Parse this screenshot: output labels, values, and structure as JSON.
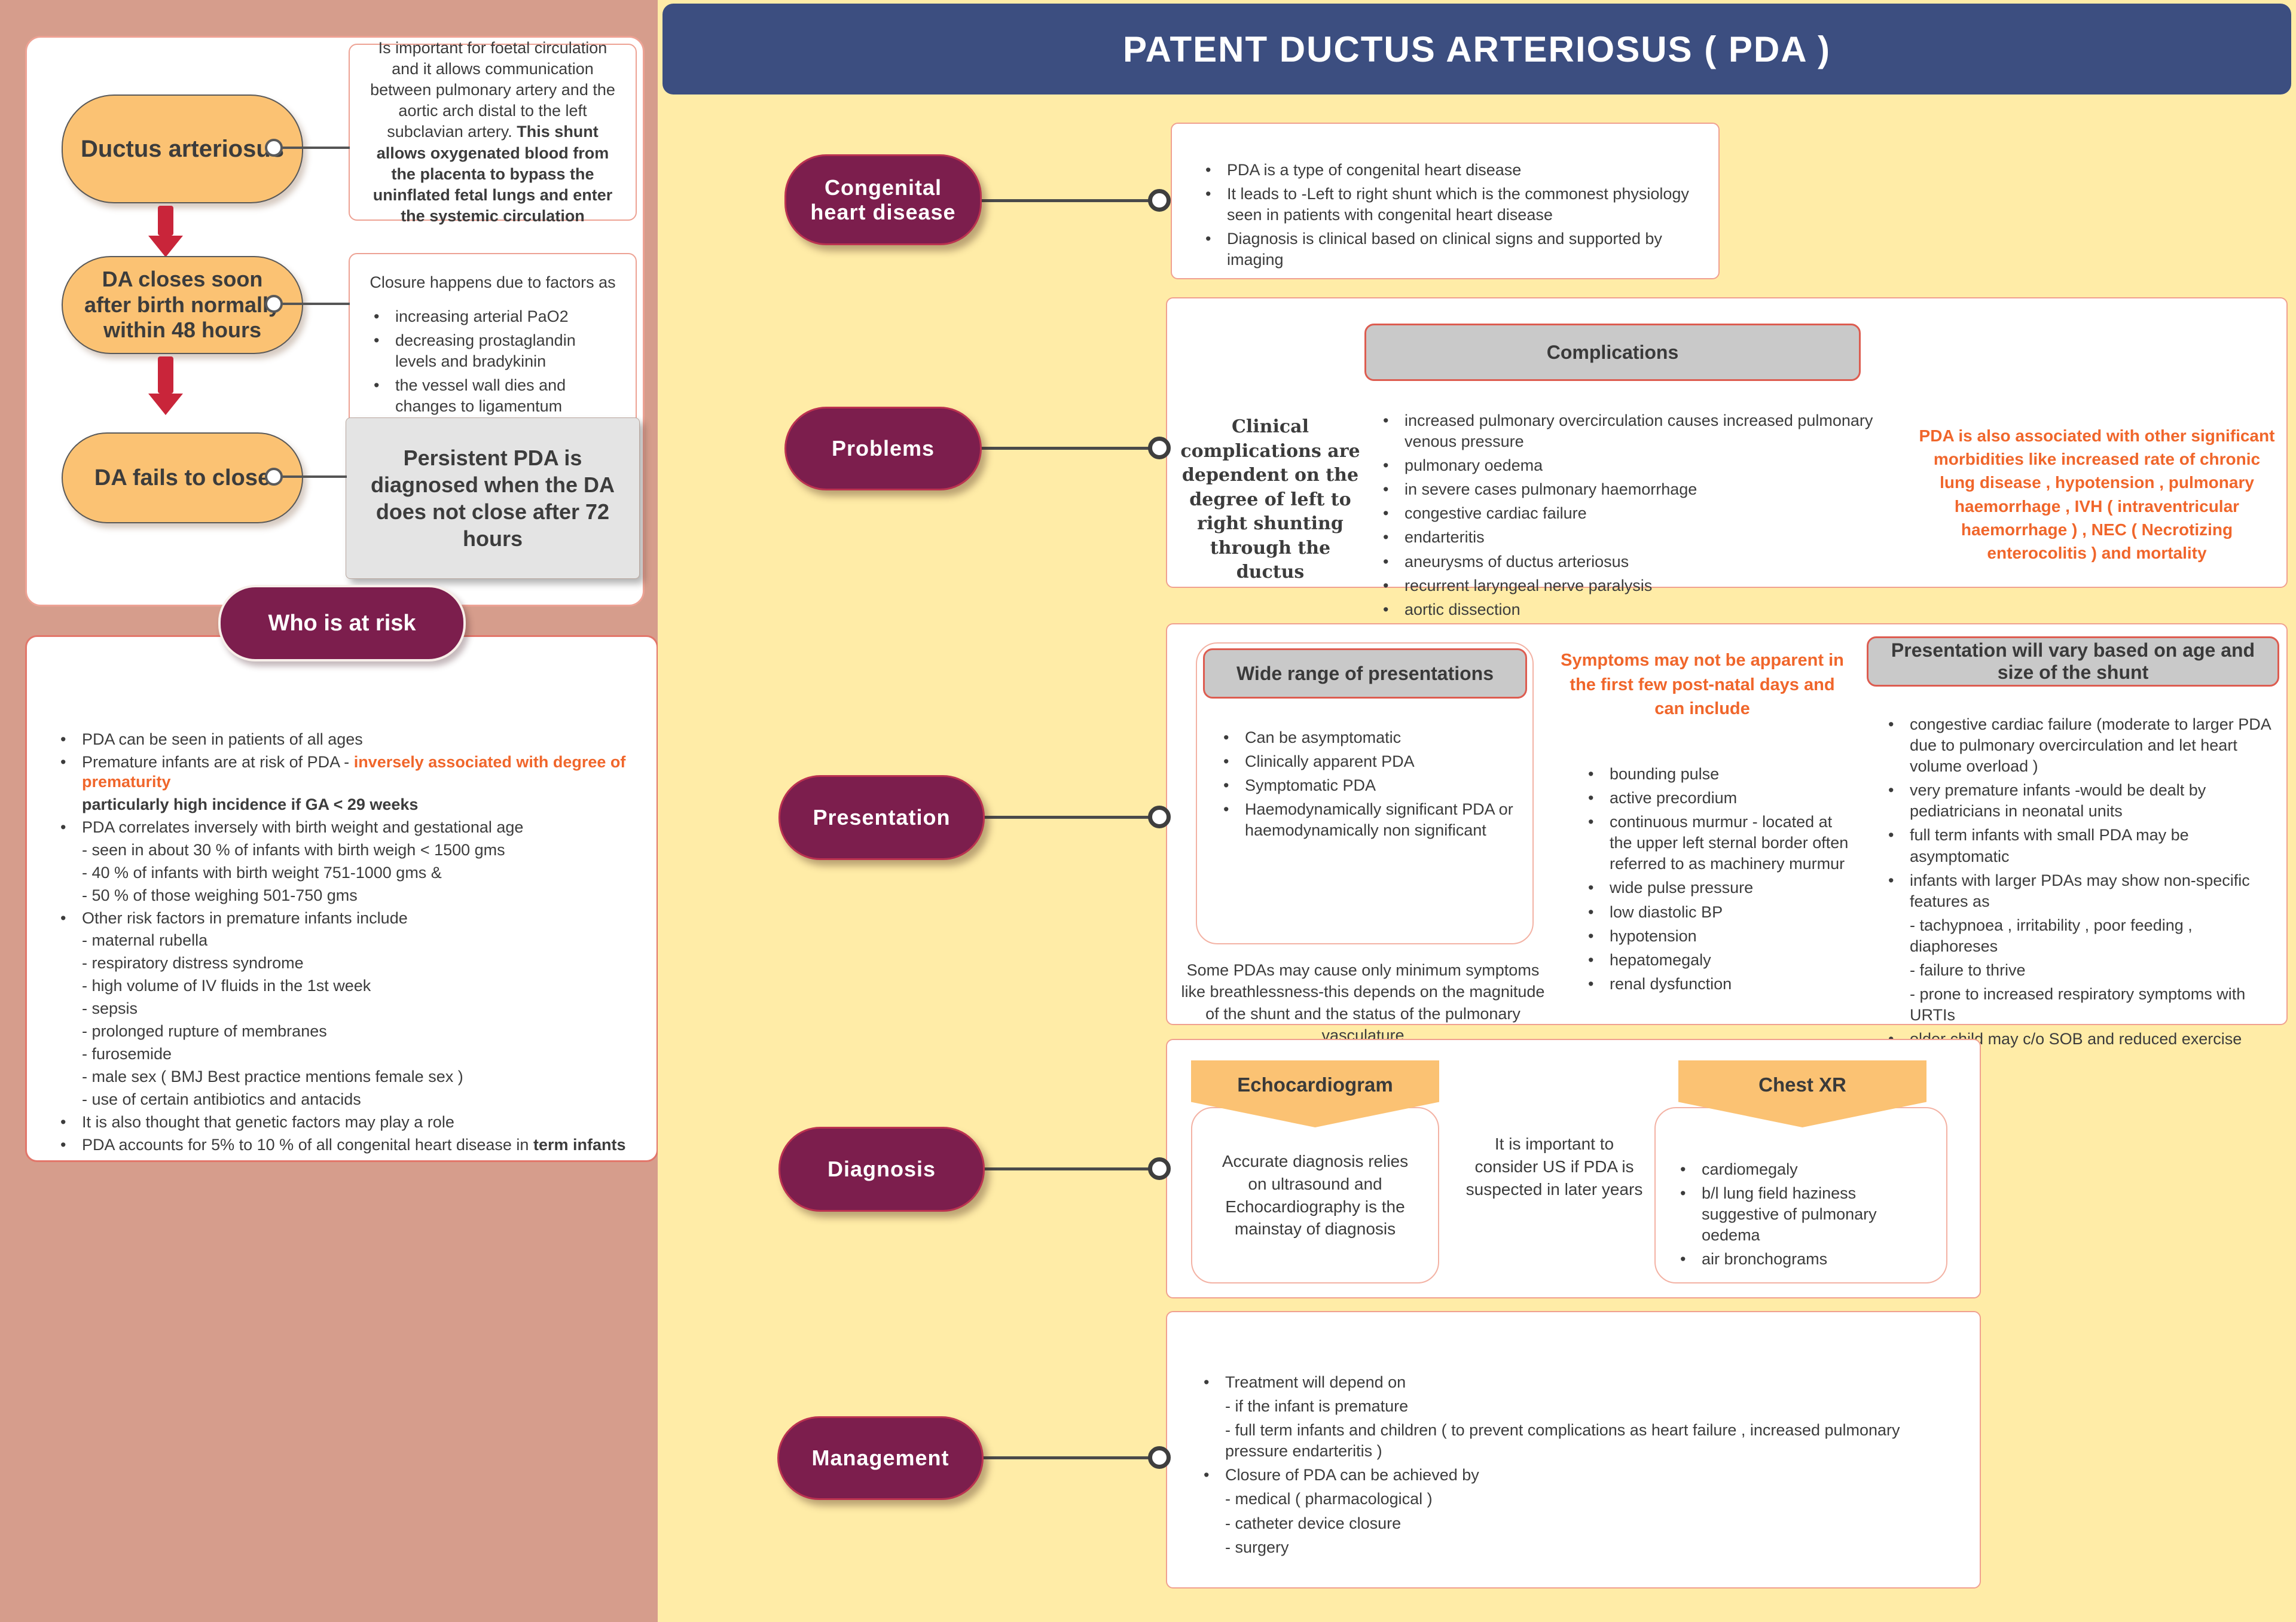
{
  "title": "PATENT DUCTUS ARTERIOSUS ( PDA )",
  "colors": {
    "sidebar_bg": "#d69d8c",
    "main_bg": "#ffeca7",
    "header_bg": "#3c4e80",
    "badge_bg": "#7c1e4d",
    "node_bg": "#fbc273",
    "arrow_red": "#c9253a",
    "orange_text": "#f0662b",
    "gray_header_bg": "#c9c9c9"
  },
  "sidebar": {
    "flowchart": {
      "node1_label": "Ductus arteriosus",
      "node1_note_normal": "Is important for foetal circulation and it allows communication between pulmonary artery and the aortic arch distal to the left subclavian artery. ",
      "node1_note_bold": "This shunt allows oxygenated blood from the placenta to bypass the uninflated fetal lungs and enter the systemic circulation",
      "node2_label": "DA closes soon after birth normally within 48 hours",
      "node2_note_title": "Closure happens due to factors as",
      "node2_note_items": [
        "increasing arterial PaO2",
        "decreasing prostaglandin levels and bradykinin",
        "the vessel wall dies and changes to ligamentum arteriosus"
      ],
      "node3_label": "DA fails to close",
      "node3_note": "Persistent PDA is diagnosed when the DA does not close after 72 hours"
    },
    "who_is_at_risk": {
      "label": "Who is at risk",
      "items": [
        "PDA can be seen in patients of  all ages",
        {
          "cls": "b",
          "parts": [
            {
              "t": "Premature infants are at risk of PDA - "
            },
            {
              "t": "inversely associated with degree of prematurity",
              "c": "orange"
            }
          ]
        },
        {
          "cls": "sub",
          "t": "particularly high incidence if GA < 29 weeks",
          "c": "bold"
        },
        "PDA correlates inversely with birth weight and gestational age",
        {
          "cls": "sub",
          "t": "- seen in about 30 % of infants with birth weigh < 1500 gms"
        },
        {
          "cls": "sub",
          "t": "- 40 % of infants with birth weight 751-1000 gms &"
        },
        {
          "cls": "sub",
          "t": "- 50 % of those weighing 501-750 gms"
        },
        "Other risk factors in premature infants include",
        {
          "cls": "sub",
          "t": "- maternal rubella"
        },
        {
          "cls": "sub",
          "t": "-  respiratory distress syndrome"
        },
        {
          "cls": "sub",
          "t": "- high volume of IV fluids in the 1st week"
        },
        {
          "cls": "sub",
          "t": "- sepsis"
        },
        {
          "cls": "sub",
          "t": "- prolonged rupture of membranes"
        },
        {
          "cls": "sub",
          "t": "- furosemide"
        },
        {
          "cls": "sub",
          "t": "- male sex ( BMJ Best practice mentions female sex )"
        },
        {
          "cls": "sub",
          "t": "- use of certain antibiotics and antacids"
        },
        "It is also thought that genetic factors may play a role",
        {
          "cls": "b",
          "parts": [
            {
              "t": "PDA accounts for 5% to 10 % of all congenital heart disease in "
            },
            {
              "t": "term infants",
              "c": "bold"
            }
          ]
        }
      ]
    }
  },
  "main": {
    "congenital": {
      "badge": "Congenital heart disease",
      "items": [
        "PDA is a type of  congenital heart disease",
        "It leads to -Left to right shunt which is the commonest physiology seen in patients with congenital heart disease",
        "Diagnosis is clinical based on clinical signs and supported by imaging"
      ]
    },
    "problems": {
      "badge": "Problems",
      "complications_title": "Complications",
      "left_note": "Clinical complications are dependent on  the degree of left to right shunting through the ductus",
      "items": [
        "increased pulmonary overcirculation causes increased pulmonary venous pressure",
        "pulmonary oedema",
        "in severe cases pulmonary haemorrhage",
        "congestive cardiac failure",
        "endarteritis",
        "aneurysms  of ductus arteriosus",
        "recurrent laryngeal nerve paralysis",
        "aortic dissection"
      ],
      "right_note": "PDA is also associated with other significant morbidities like increased rate of chronic lung disease , hypotension , pulmonary haemorrhage , IVH ( intraventricular haemorrhage ) , NEC ( Necrotizing enterocolitis ) and mortality"
    },
    "presentation": {
      "badge": "Presentation",
      "wide_title": "Wide range of presentations",
      "wide_items": [
        "Can be asymptomatic",
        "Clinically apparent PDA",
        "Symptomatic PDA",
        "Haemodynamically significant PDA or haemodynamically non significant"
      ],
      "wide_note": "Some PDAs may cause only minimum symptoms like breathlessness-this depends on the magnitude of the shunt and the status of the pulmonary vasculature",
      "mid_title": "Symptoms may not be apparent in the first  few post-natal days and can include",
      "mid_items": [
        "bounding pulse",
        "active precordium",
        "continuous murmur - located at the upper left sternal border often referred to as machinery murmur",
        "wide pulse pressure",
        "low diastolic BP",
        "hypotension",
        "hepatomegaly",
        "renal dysfunction"
      ],
      "vary_title": "Presentation will vary based on age and size of the shunt",
      "vary_items": [
        "congestive cardiac failure (moderate to larger PDA due to pulmonary overcirculation and let heart volume overload )",
        "very premature infants -would be dealt by pediatricians in neonatal units",
        "full term infants with small PDA may be asymptomatic",
        "infants with larger PDAs may show non-specific features as",
        {
          "cls": "sub",
          "t": "- tachypnoea , irritability , poor feeding , diaphoreses"
        },
        {
          "cls": "sub",
          "t": "- failure to thrive"
        },
        {
          "cls": "sub",
          "t": "- prone to increased respiratory symptoms with URTIs"
        },
        "older child may c/o SOB and reduced exercise tolerance"
      ]
    },
    "diagnosis": {
      "badge": "Diagnosis",
      "echo_title": "Echocardiogram",
      "echo_note": "Accurate diagnosis relies on ultrasound and Echocardiography is the mainstay of diagnosis",
      "mid_note": "It is important to consider US if PDA is suspected in later years",
      "cxr_title": "Chest XR",
      "cxr_items": [
        "cardiomegaly",
        "b/l lung field haziness suggestive of pulmonary oedema",
        "air bronchograms"
      ]
    },
    "management": {
      "badge": "Management",
      "items": [
        "Treatment will depend on",
        {
          "cls": "sub",
          "t": "- if the infant is premature"
        },
        {
          "cls": "sub",
          "t": "- full term infants and children ( to prevent complications as heart failure , increased pulmonary pressure endarteritis )"
        },
        "Closure of PDA can be achieved by",
        {
          "cls": "sub",
          "t": "- medical ( pharmacological )"
        },
        {
          "cls": "sub",
          "t": "- catheter device closure"
        },
        {
          "cls": "sub",
          "t": "- surgery"
        }
      ]
    }
  }
}
